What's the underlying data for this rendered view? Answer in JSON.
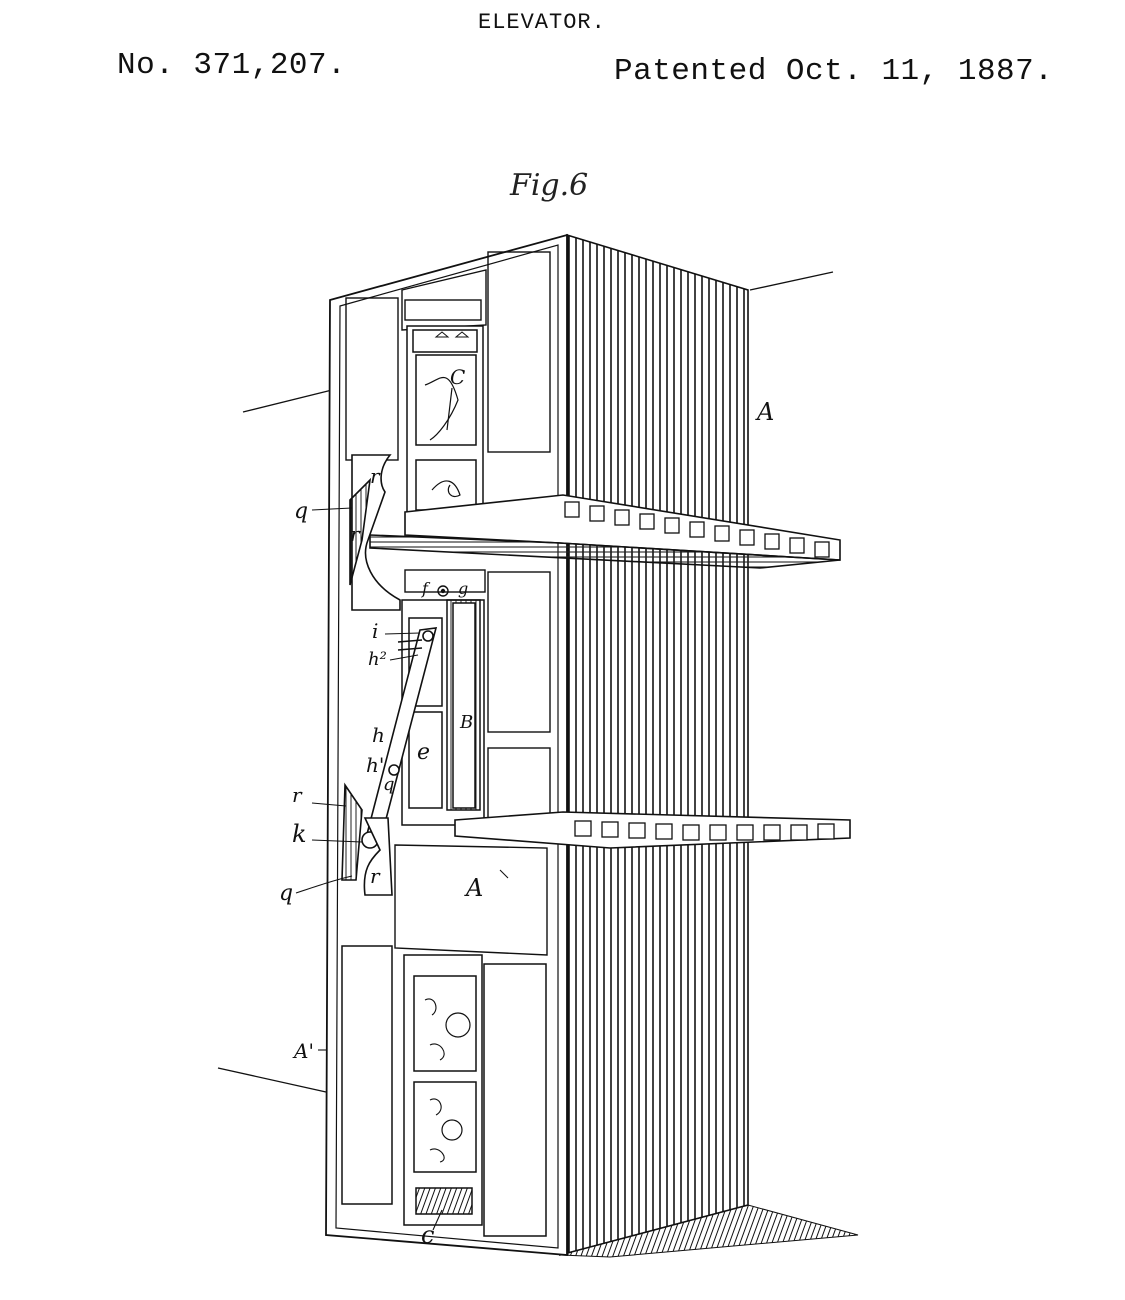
{
  "header": {
    "title": "ELEVATOR.",
    "patent_number": "No. 371,207.",
    "patent_date": "Patented Oct. 11, 1887."
  },
  "figure": {
    "label": "Fig.6"
  },
  "reference_letters": {
    "A_upper": "A",
    "A_middle": "A",
    "A_prime": "A'",
    "B": "B",
    "C_upper": "C",
    "c_lower": "c",
    "e": "e",
    "f": "f",
    "g": "g",
    "h": "h",
    "h_prime": "h'",
    "h2": "h²",
    "i": "i",
    "k": "k",
    "q_upper": "q",
    "q_middle": "q",
    "q_lower": "q",
    "r_upper1": "r",
    "r_upper2": "r",
    "r_lower_left": "r",
    "r_lower": "r"
  },
  "colors": {
    "ink": "#111111",
    "paper": "#ffffff"
  }
}
